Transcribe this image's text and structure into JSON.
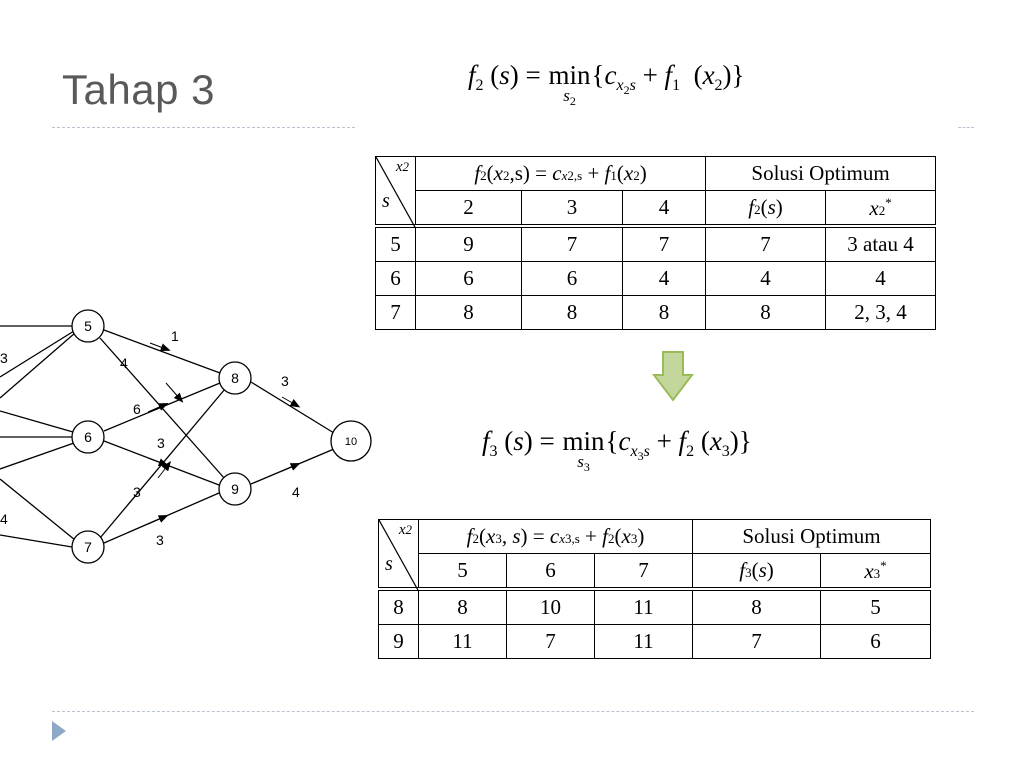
{
  "title": "Tahap 3",
  "table1": {
    "corner_top": "x2",
    "corner_bottom": "s",
    "header_left_text": "f2(x2,s) = cx2,s + f1(x2)",
    "header_right": "Solusi Optimum",
    "columns": [
      "2",
      "3",
      "4"
    ],
    "col_opt_value": "f2(s)",
    "col_opt_arg": "x2*",
    "rows": [
      {
        "s": "5",
        "values": [
          "9",
          "7",
          "7"
        ],
        "fs": "7",
        "x": "3 atau 4"
      },
      {
        "s": "6",
        "values": [
          "6",
          "6",
          "4"
        ],
        "fs": "4",
        "x": "4"
      },
      {
        "s": "7",
        "values": [
          "8",
          "8",
          "8"
        ],
        "fs": "8",
        "x": "2, 3, 4"
      }
    ]
  },
  "table2": {
    "corner_top": "x2",
    "corner_bottom": "s",
    "header_left_text": "f2(x3, s) = cx3,s + f2(x3)",
    "header_right": "Solusi Optimum",
    "columns": [
      "5",
      "6",
      "7"
    ],
    "col_opt_value": "f3(s)",
    "col_opt_arg": "x3*",
    "rows": [
      {
        "s": "8",
        "values": [
          "8",
          "10",
          "11"
        ],
        "fs": "8",
        "x": "5"
      },
      {
        "s": "9",
        "values": [
          "11",
          "7",
          "11"
        ],
        "fs": "7",
        "x": "6"
      }
    ]
  },
  "formula1_text": "f2 (s) = min s2 {cx2s + f1 (x2)}",
  "formula2_text": "f3 (s) = min s3 {cx3s + f2 (x3)}",
  "graph": {
    "nodes": [
      {
        "id": "5",
        "label": "5"
      },
      {
        "id": "6",
        "label": "6"
      },
      {
        "id": "7",
        "label": "7"
      },
      {
        "id": "8",
        "label": "8"
      },
      {
        "id": "9",
        "label": "9"
      },
      {
        "id": "10",
        "label": "10"
      }
    ],
    "edges": [
      {
        "from": "5",
        "to": "8",
        "weight": "1"
      },
      {
        "from": "5",
        "to": "9",
        "weight": "4"
      },
      {
        "from": "6",
        "to": "8",
        "weight": "6"
      },
      {
        "from": "6",
        "to": "9",
        "weight": "3"
      },
      {
        "from": "7",
        "to": "8",
        "weight": "3"
      },
      {
        "from": "7",
        "to": "9",
        "weight": "3"
      },
      {
        "from": "8",
        "to": "10",
        "weight": "3"
      },
      {
        "from": "9",
        "to": "10",
        "weight": "4"
      }
    ],
    "partial_weights": [
      "3",
      "4"
    ]
  },
  "colors": {
    "title": "#595959",
    "arrow_fill": "#c3d69b",
    "arrow_stroke": "#9bbb59",
    "rule": "#b9c4cf",
    "bullet": "#8ea9c8"
  }
}
